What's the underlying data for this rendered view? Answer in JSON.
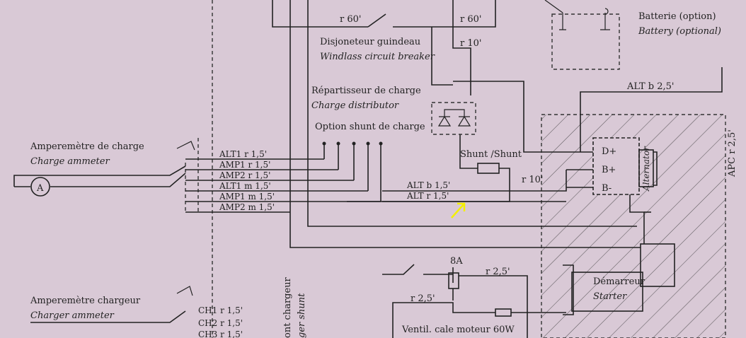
{
  "colors": {
    "paper": "#d9c9d6",
    "ink": "#222222",
    "arrow": "#f3f000"
  },
  "top": {
    "r60_left": "r 60'",
    "r60_right": "r 60'",
    "r10": "r 10'"
  },
  "battery": {
    "label_fr": "Batterie (option)",
    "label_en": "Battery (optional)"
  },
  "breaker": {
    "label_fr": "Disjoneteur guindeau",
    "label_en": "Windlass circuit breaker"
  },
  "distributor": {
    "label_fr": "Répartisseur de charge",
    "label_en": "Charge distributor",
    "shunt_option": "Option shunt de charge"
  },
  "ammeter": {
    "label_fr": "Amperemètre de charge",
    "label_en": "Charge ammeter",
    "symbol": "A"
  },
  "charger_ammeter": {
    "label_fr": "Amperemètre chargeur",
    "label_en": "Charger ammeter",
    "wires": [
      "CH1 r 1,5'",
      "CH2 r 1,5'",
      "CH3 r 1,5'"
    ]
  },
  "wires": {
    "bundle": [
      "ALT1 r 1,5'",
      "AMP1 r 1,5'",
      "AMP2 r 1,5'",
      "ALT1 m 1,5'",
      "AMP1 m 1,5'",
      "AMP2 m 1,5'"
    ],
    "alt_b": "ALT b 1,5'",
    "alt_r": "ALT r 1,5'",
    "alt_b_top": "ALT b 2,5'",
    "apc": "APC r 2,5'",
    "r10_shunt": "r 10'",
    "r25_relay": "r 2,5'",
    "r25_fan": "r 2,5'"
  },
  "shunt": {
    "label": "Shunt /Shunt"
  },
  "alternator": {
    "d_plus": "D+",
    "b_plus": "B+",
    "b_minus": "B-",
    "name": "Alternator"
  },
  "starter": {
    "label_fr": "Démarreur",
    "label_en": "Starter"
  },
  "relay": {
    "fuse": "8A"
  },
  "fan": {
    "label": "Ventil. cale moteur 60W"
  },
  "charger_shunt": {
    "line1": "ont chargeur",
    "line2": "ger shunt"
  }
}
